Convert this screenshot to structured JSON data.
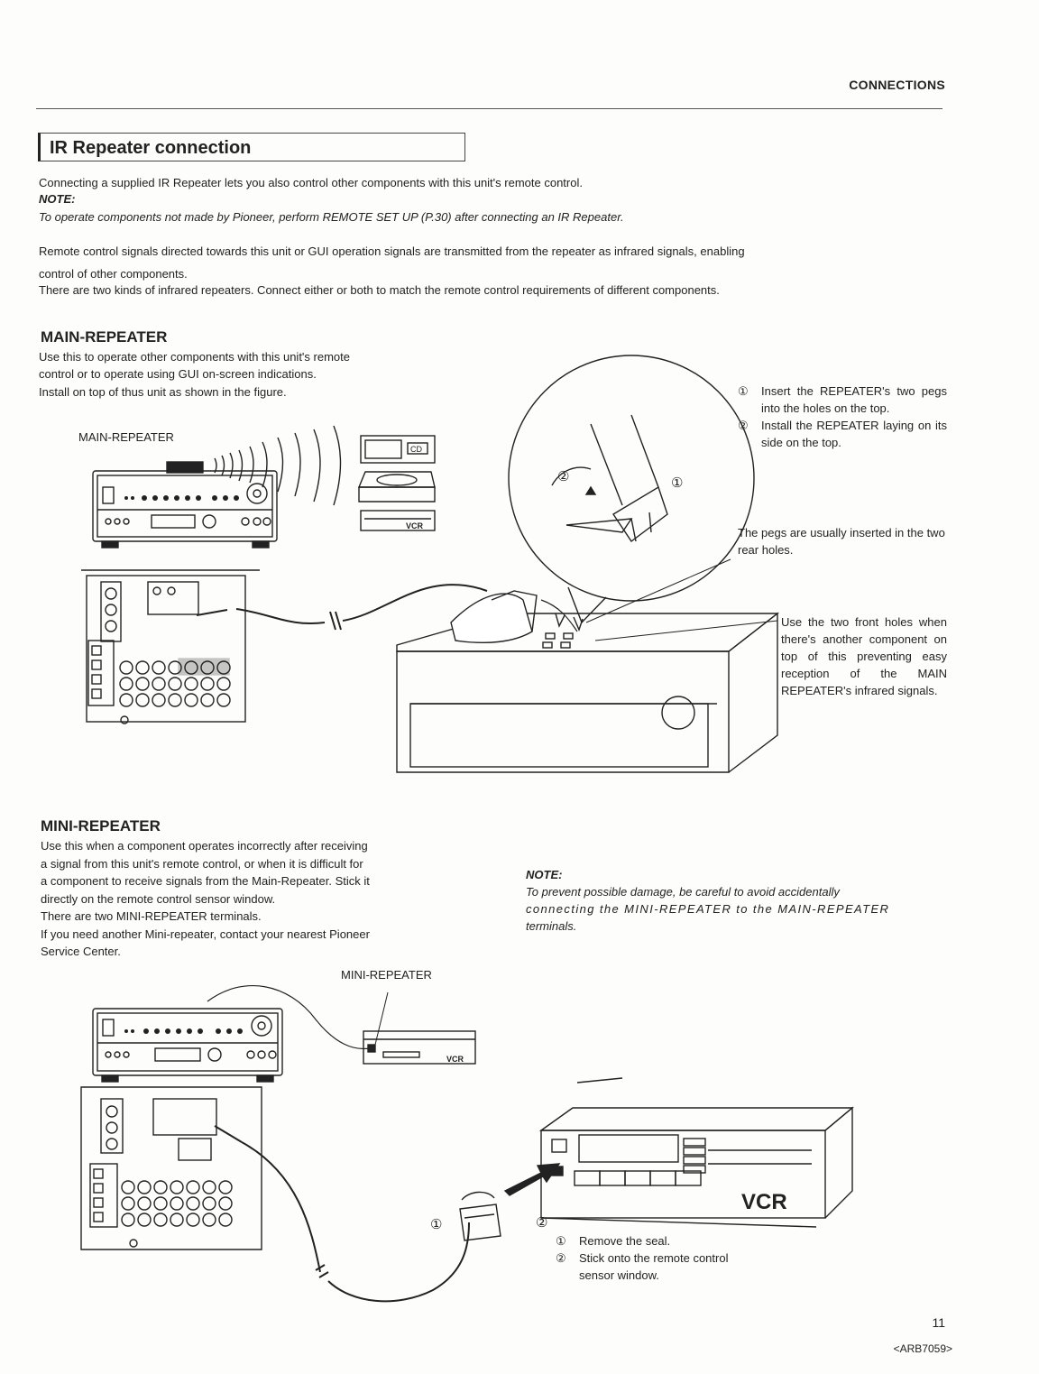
{
  "header": {
    "section": "CONNECTIONS"
  },
  "title": "IR Repeater connection",
  "intro": {
    "line1": "Connecting a supplied IR Repeater lets you also control other components with this unit's remote control.",
    "note_label": "NOTE:",
    "note_text": "To operate components not made by Pioneer, perform REMOTE SET UP (P.30) after connecting an IR Repeater.",
    "para1_l1": "Remote control signals directed towards this unit or GUI operation signals are transmitted from the repeater as infrared signals, enabling",
    "para1_l2": "control of other components.",
    "para2": "There are two kinds of infrared repeaters. Connect either or both to match the remote control requirements of different components."
  },
  "main_repeater": {
    "title": "MAIN-REPEATER",
    "desc_l1": "Use this to operate other components with this unit's remote",
    "desc_l2": "control or to operate using GUI on-screen indications.",
    "desc_l3": "Install on top of thus unit as shown in the figure.",
    "figure_label": "MAIN-REPEATER",
    "step1_num": "①",
    "step1": "Insert the REPEATER's two pegs into the holes on the top.",
    "step2_num": "②",
    "step2": "Install the REPEATER laying on its side on the top.",
    "rear_holes_note": "The pegs are usually inserted in the two rear holes.",
    "front_holes_note": "Use the two front holes when there's another component on top of this preventing easy reception of the MAIN REPEATER's infrared signals.",
    "cd_label": "CD",
    "vcr_label": "VCR",
    "circle_1": "①",
    "circle_2": "②"
  },
  "mini_repeater": {
    "title": "MINI-REPEATER",
    "desc_l1": "Use this when a component operates incorrectly after receiving",
    "desc_l2": "a signal from this unit's remote control, or when it is difficult for",
    "desc_l3": "a component to receive signals from the Main-Repeater. Stick it",
    "desc_l4": "directly on the remote control sensor window.",
    "desc_l5": "There are two MINI-REPEATER terminals.",
    "desc_l6": "If you need another Mini-repeater, contact your nearest Pioneer",
    "desc_l7": "Service Center.",
    "figure_label": "MINI-REPEATER",
    "note_label": "NOTE:",
    "note_l1": "To prevent possible damage, be careful to avoid accidentally",
    "note_l2": "connecting the MINI-REPEATER to the MAIN-REPEATER",
    "note_l3": "terminals.",
    "step1_num": "①",
    "step1": "Remove the seal.",
    "step2_num": "②",
    "step2_l1": "Stick onto the remote control",
    "step2_l2": "sensor window.",
    "vcr_label": "VCR",
    "small_vcr_label": "VCR",
    "circle_1": "①",
    "circle_2": "②"
  },
  "footer": {
    "page": "11",
    "code": "<ARB7059>"
  }
}
